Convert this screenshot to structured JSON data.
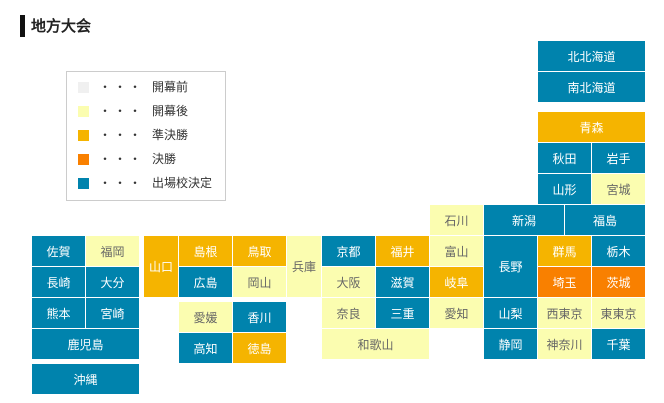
{
  "title": "地方大会",
  "colors": {
    "before": "#f0f0f0",
    "after": "#fbfdb0",
    "semifinal": "#f5b400",
    "final": "#f98000",
    "decided": "#0083ad"
  },
  "legend": {
    "dots": "・・・",
    "items": [
      {
        "label": "開幕前",
        "status": 0
      },
      {
        "label": "開幕後",
        "status": 1
      },
      {
        "label": "準決勝",
        "status": 2
      },
      {
        "label": "決勝",
        "status": 3
      },
      {
        "label": "出場校決定",
        "status": 4
      }
    ]
  },
  "prefectures": [
    {
      "name": "北北海道",
      "status": 4
    },
    {
      "name": "南北海道",
      "status": 4
    },
    {
      "name": "青森",
      "status": 2
    },
    {
      "name": "秋田",
      "status": 4
    },
    {
      "name": "岩手",
      "status": 4
    },
    {
      "name": "山形",
      "status": 4
    },
    {
      "name": "宮城",
      "status": 1
    },
    {
      "name": "石川",
      "status": 1
    },
    {
      "name": "新潟",
      "status": 4
    },
    {
      "name": "福島",
      "status": 4
    },
    {
      "name": "京都",
      "status": 4
    },
    {
      "name": "福井",
      "status": 2
    },
    {
      "name": "富山",
      "status": 1
    },
    {
      "name": "長野",
      "status": 4
    },
    {
      "name": "群馬",
      "status": 2
    },
    {
      "name": "栃木",
      "status": 4
    },
    {
      "name": "大阪",
      "status": 1
    },
    {
      "name": "滋賀",
      "status": 4
    },
    {
      "name": "岐阜",
      "status": 2
    },
    {
      "name": "埼玉",
      "status": 3
    },
    {
      "name": "茨城",
      "status": 3
    },
    {
      "name": "奈良",
      "status": 1
    },
    {
      "name": "三重",
      "status": 4
    },
    {
      "name": "愛知",
      "status": 1
    },
    {
      "name": "山梨",
      "status": 4
    },
    {
      "name": "西東京",
      "status": 1
    },
    {
      "name": "東東京",
      "status": 1
    },
    {
      "name": "和歌山",
      "status": 1
    },
    {
      "name": "静岡",
      "status": 4
    },
    {
      "name": "神奈川",
      "status": 1
    },
    {
      "name": "千葉",
      "status": 4
    },
    {
      "name": "兵庫",
      "status": 1
    },
    {
      "name": "島根",
      "status": 2
    },
    {
      "name": "鳥取",
      "status": 2
    },
    {
      "name": "広島",
      "status": 4
    },
    {
      "name": "岡山",
      "status": 1
    },
    {
      "name": "山口",
      "status": 2
    },
    {
      "name": "愛媛",
      "status": 1
    },
    {
      "name": "香川",
      "status": 4
    },
    {
      "name": "高知",
      "status": 4
    },
    {
      "name": "徳島",
      "status": 2
    },
    {
      "name": "佐賀",
      "status": 4
    },
    {
      "name": "福岡",
      "status": 1
    },
    {
      "name": "長崎",
      "status": 4
    },
    {
      "name": "大分",
      "status": 4
    },
    {
      "name": "熊本",
      "status": 4
    },
    {
      "name": "宮崎",
      "status": 4
    },
    {
      "name": "鹿児島",
      "status": 4
    },
    {
      "name": "沖縄",
      "status": 4
    }
  ]
}
